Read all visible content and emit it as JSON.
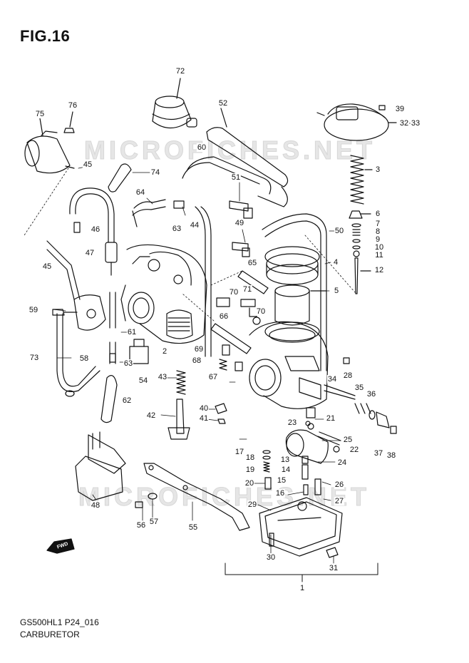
{
  "figure": {
    "title": "FIG.16",
    "code": "GS500HL1 P24_016",
    "caption": "CARBURETOR"
  },
  "watermark": "MICROFICHES.NET",
  "fwd_label": "FWD",
  "part_numbers": [
    "72",
    "75",
    "76",
    "52",
    "39",
    "32·33",
    "3",
    "60",
    "45",
    "74",
    "51",
    "64",
    "6",
    "7",
    "8",
    "9",
    "10",
    "11",
    "12",
    "46",
    "63",
    "44",
    "49",
    "50",
    "47",
    "4",
    "5",
    "65",
    "45",
    "70",
    "71",
    "59",
    "70",
    "66",
    "61",
    "73",
    "58",
    "28",
    "69",
    "68",
    "67",
    "63",
    "34",
    "54",
    "2",
    "43",
    "35",
    "36",
    "40",
    "41",
    "21",
    "23",
    "25",
    "62",
    "42",
    "22",
    "37",
    "38",
    "17",
    "18",
    "13",
    "19",
    "14",
    "24",
    "20",
    "15",
    "26",
    "16",
    "29",
    "27",
    "48",
    "56",
    "57",
    "55",
    "30",
    "31",
    "1"
  ]
}
